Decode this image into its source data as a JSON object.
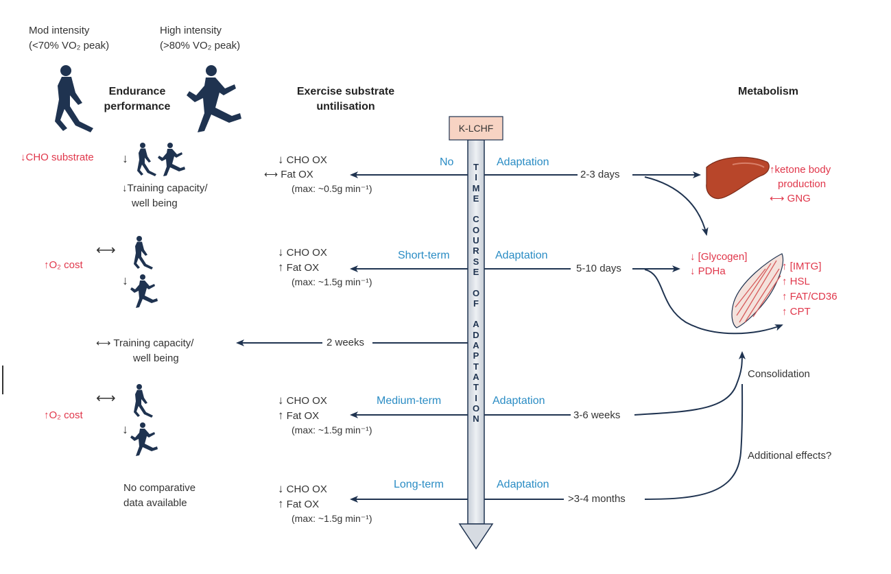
{
  "header": {
    "mod_intensity": {
      "line1": "Mod intensity",
      "line2": "(<70% VO₂ peak)"
    },
    "high_intensity": {
      "line1": "High intensity",
      "line2": "(>80% VO₂ peak)"
    },
    "endurance_performance": [
      "Endurance",
      "performance"
    ],
    "exercise_substrate": [
      "Exercise substrate",
      "untilisation"
    ],
    "metabolism": "Metabolism"
  },
  "timeline": {
    "box_label": "K-LCHF",
    "vertical_text": [
      "T",
      "I",
      "M",
      "E",
      "",
      "C",
      "O",
      "U",
      "R",
      "S",
      "E",
      "",
      "O",
      "F",
      "",
      "A",
      "D",
      "A",
      "P",
      "T",
      "A",
      "T",
      "I",
      "O",
      "N"
    ]
  },
  "rows": [
    {
      "left_stage": "No",
      "right_adaptation": "Adaptation",
      "duration": "2-3 days",
      "substrate": [
        "CHO OX",
        "Fat OX",
        "(max: ~0.5g min⁻¹)"
      ],
      "substrate_arrows": [
        "↓",
        "⟷"
      ]
    },
    {
      "left_stage": "Short-term",
      "right_adaptation": "Adaptation",
      "duration": "5-10 days",
      "substrate": [
        "CHO OX",
        "Fat OX",
        "(max: ~1.5g min⁻¹)"
      ],
      "substrate_arrows": [
        "↓",
        "↑"
      ]
    },
    {
      "duration": "2 weeks"
    },
    {
      "left_stage": "Medium-term",
      "right_adaptation": "Adaptation",
      "duration": "3-6 weeks",
      "substrate": [
        "CHO OX",
        "Fat OX",
        "(max: ~1.5g min⁻¹)"
      ],
      "substrate_arrows": [
        "↓",
        "↑"
      ]
    },
    {
      "left_stage": "Long-term",
      "right_adaptation": "Adaptation",
      "duration": ">3-4 months",
      "substrate": [
        "CHO OX",
        "Fat OX",
        "(max: ~1.5g min⁻¹)"
      ],
      "substrate_arrows": [
        "↓",
        "↑"
      ]
    }
  ],
  "performance": {
    "cho_substrate": "↓CHO substrate",
    "training_capacity_1": [
      "↓Training capacity/",
      "well being"
    ],
    "o2_cost_1": "↑O₂ cost",
    "training_capacity_2": [
      "⟷ Training capacity/",
      "well being"
    ],
    "o2_cost_2": "↑O₂ cost",
    "no_data": [
      "No comparative",
      "data available"
    ],
    "arrow_down": "↓",
    "arrow_both": "⟷"
  },
  "metabolism": {
    "liver": [
      "↑ketone body",
      "production",
      "⟷ GNG"
    ],
    "glycogen": [
      "↓ [Glycogen]",
      "↓ PDHa"
    ],
    "muscle": [
      "↑ [IMTG]",
      "↑ HSL",
      "↑ FAT/CD36",
      "↑ CPT"
    ],
    "consolidation": "Consolidation",
    "additional": "Additional effects?"
  },
  "colors": {
    "navy": "#1f3350",
    "red": "#e0364a",
    "blue": "#2a8cc4",
    "bar_fill": "#d6dbe2",
    "box_fill": "#f7d3c3",
    "liver": "#b8462a"
  }
}
